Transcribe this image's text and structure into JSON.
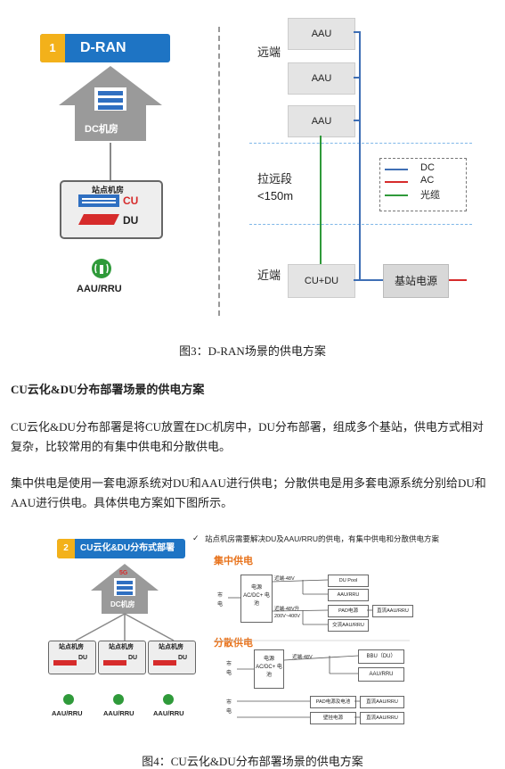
{
  "fig3": {
    "banner_num": "1",
    "banner_title": "D-RAN",
    "dc_label": "DC机房",
    "site_room": "站点机房",
    "cu": "CU",
    "du": "DU",
    "aau_rru": "AAU/RRU",
    "far_end": "远端",
    "aau1": "AAU",
    "aau2": "AAU",
    "aau3": "AAU",
    "pull_segment": "拉远段",
    "distance": "<150m",
    "near_end": "近端",
    "cu_du": "CU+DU",
    "base_power": "基站电源",
    "legend_dc": "DC",
    "legend_ac": "AC",
    "legend_fiber": "光缆",
    "colors": {
      "dc": "#3f6fb5",
      "ac": "#d62b2b",
      "fiber": "#2f9a3a",
      "banner": "#1e74c4",
      "badge": "#f3b11a"
    },
    "caption": "图3：D-RAN场景的供电方案"
  },
  "section_heading": "CU云化&DU分布部署场景的供电方案",
  "para1": "CU云化&DU分布部署是将CU放置在DC机房中，DU分布部署，组成多个基站，供电方式相对复杂，比较常用的有集中供电和分散供电。",
  "para2": "集中供电是使用一套电源系统对DU和AAU进行供电；分散供电是用多套电源系统分别给DU和AAU进行供电。具体供电方案如下图所示。",
  "fig4": {
    "banner_num": "2",
    "banner_title": "CU云化&DU分布式部署",
    "note": "站点机房需要解决DU及AAU/RRU的供电，有集中供电和分散供电方案",
    "dc_label": "DC机房",
    "g5": "5G",
    "site_room": "站点机房",
    "du": "DU",
    "aau_rru": "AAU/RRU",
    "central_title": "集中供电",
    "dist_title": "分散供电",
    "mains": "市电",
    "psu": "电源 AC/DC+ 电池",
    "remote_48v": "近端-48V",
    "remote_48v_up": "近端-48V升",
    "v200_400": "200V~400V",
    "du_pool": "DU Pool",
    "aau_rru_box": "AAU/RRU",
    "pad_psu": "PAD电源",
    "ac_aau": "交流AAU/RRU",
    "dc_aau": "直流AAU/RRU",
    "near_48v": "近端-48V",
    "bbu_du": "BBU（DU）",
    "pad_batt": "PAD电源及电池",
    "wall_psu": "壁挂电源",
    "colors": {
      "title": "#e8731c",
      "banner": "#1e74c4",
      "badge": "#f3b11a"
    },
    "caption": "图4：CU云化&DU分布部署场景的供电方案"
  }
}
